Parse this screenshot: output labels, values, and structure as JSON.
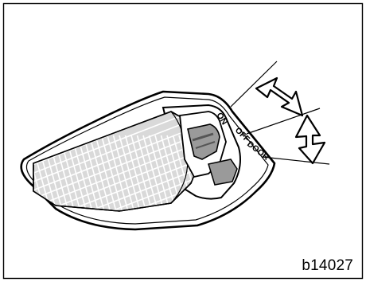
{
  "switch_positions": [
    "ON",
    "OFF",
    "DOOR"
  ],
  "figure_code": "b14027",
  "colors": {
    "frame": "#000000",
    "housing_fill": "#ffffff",
    "lens_fill": "#d9d9d9",
    "lens_grid": "#ffffff",
    "switch_fill": "#9a9a9a",
    "switch_dark": "#555555"
  },
  "icons": [
    "double-headed-arrow-icon",
    "double-headed-arrow-icon"
  ]
}
